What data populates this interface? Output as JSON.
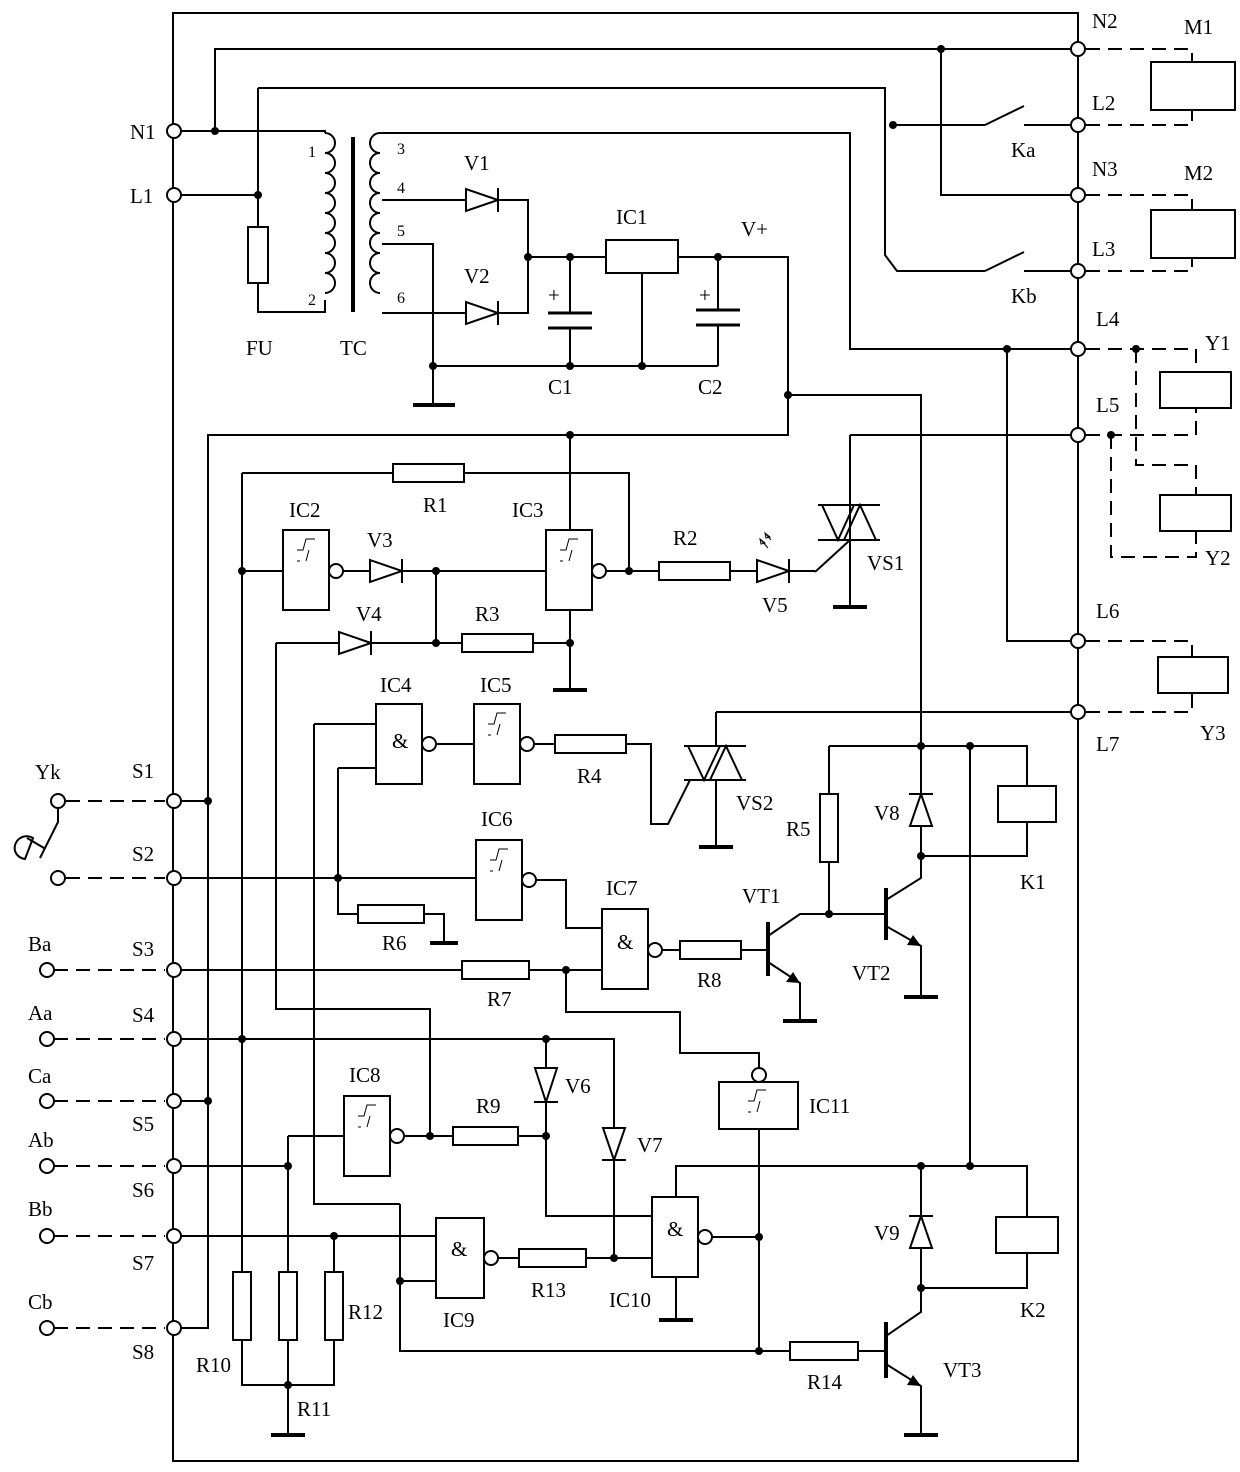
{
  "terminals": {
    "N1": "N1",
    "L1": "L1",
    "N2": "N2",
    "L2": "L2",
    "N3": "N3",
    "L3": "L3",
    "L4": "L4",
    "L5": "L5",
    "L6": "L6",
    "L7": "L7",
    "S1": "S1",
    "S2": "S2",
    "S3": "S3",
    "S4": "S4",
    "S5": "S5",
    "S6": "S6",
    "S7": "S7",
    "S8": "S8"
  },
  "external": {
    "M1": "M1",
    "M2": "M2",
    "Y1": "Y1",
    "Y2": "Y2",
    "Y3": "Y3",
    "Yk": "Yk",
    "Ba": "Ba",
    "Aa": "Aa",
    "Ca": "Ca",
    "Ab": "Ab",
    "Bb": "Bb",
    "Cb": "Cb"
  },
  "components": {
    "FU": "FU",
    "TC": "TC",
    "V1": "V1",
    "V2": "V2",
    "IC1": "IC1",
    "Vplus": "V+",
    "C1": "C1",
    "C2": "C2",
    "Ka": "Ka",
    "Kb": "Kb",
    "IC2": "IC2",
    "IC3": "IC3",
    "IC4": "IC4",
    "IC5": "IC5",
    "IC6": "IC6",
    "IC7": "IC7",
    "IC8": "IC8",
    "IC9": "IC9",
    "IC10": "IC10",
    "IC11": "IC11",
    "R1": "R1",
    "R2": "R2",
    "R3": "R3",
    "R4": "R4",
    "R5": "R5",
    "R6": "R6",
    "R7": "R7",
    "R8": "R8",
    "R9": "R9",
    "R10": "R10",
    "R11": "R11",
    "R12": "R12",
    "R13": "R13",
    "R14": "R14",
    "V3": "V3",
    "V4": "V4",
    "V5": "V5",
    "V6": "V6",
    "V7": "V7",
    "V8": "V8",
    "V9": "V9",
    "VS1": "VS1",
    "VS2": "VS2",
    "VT1": "VT1",
    "VT2": "VT2",
    "VT3": "VT3",
    "K1": "K1",
    "K2": "K2"
  },
  "pins": {
    "p1": "1",
    "p2": "2",
    "p3": "3",
    "p4": "4",
    "p5": "5",
    "p6": "6"
  },
  "symbols": {
    "and": "&",
    "plus": "+"
  }
}
